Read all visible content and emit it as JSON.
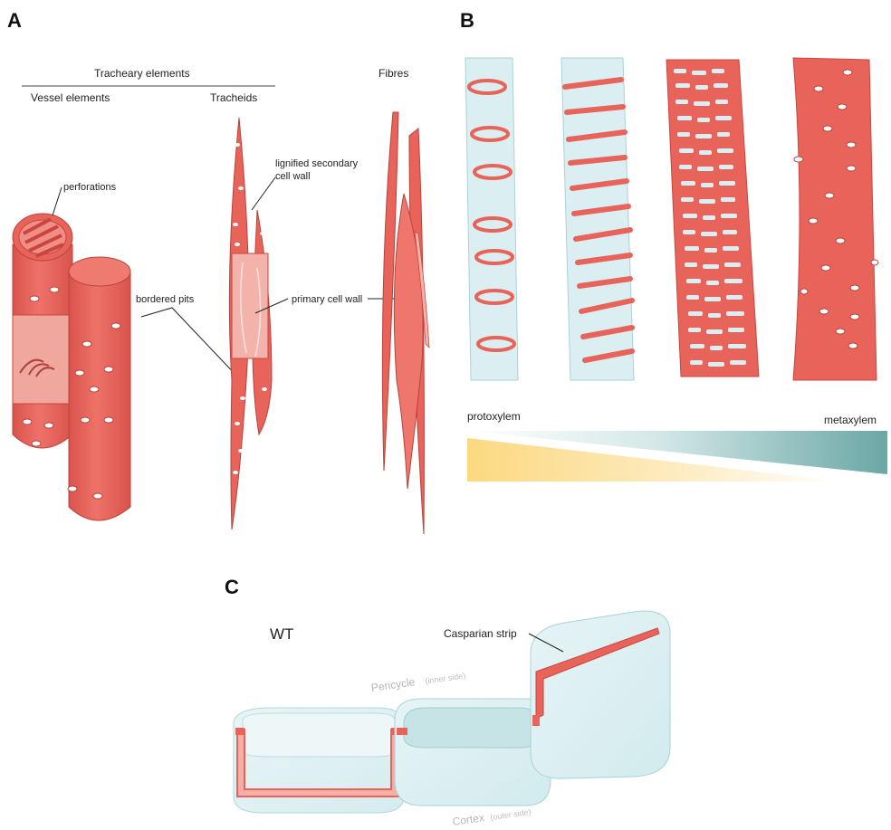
{
  "panels": {
    "a": {
      "letter": "A",
      "group_title": "Tracheary elements",
      "col_vessel": "Vessel elements",
      "col_tracheids": "Tracheids",
      "col_fibres": "Fibres",
      "label_perforations": "perforations",
      "label_lignified_1": "lignified secondary",
      "label_lignified_2": "cell wall",
      "label_bordered_pits": "bordered pits",
      "label_primary_wall": "primary cell wall"
    },
    "b": {
      "letter": "B",
      "label_left": "protoxylem",
      "label_right": "metaxylem"
    },
    "c": {
      "letter": "C",
      "label_wt": "WT",
      "label_casparian": "Casparian strip",
      "label_pericycle": "Pericycle",
      "label_pericycle_note": "(inner side)",
      "label_cortex": "Cortex",
      "label_cortex_note": "(outer side)"
    }
  },
  "colors": {
    "cell_red": "#e8635a",
    "cell_red_light": "#f0a79d",
    "cell_red_dark": "#c9463f",
    "pale_blue": "#dbeff2",
    "pale_blue_edge": "#a9d2d8",
    "gradient_yellow": "#fbdd8a",
    "gradient_teal": "#6aa7a6"
  }
}
